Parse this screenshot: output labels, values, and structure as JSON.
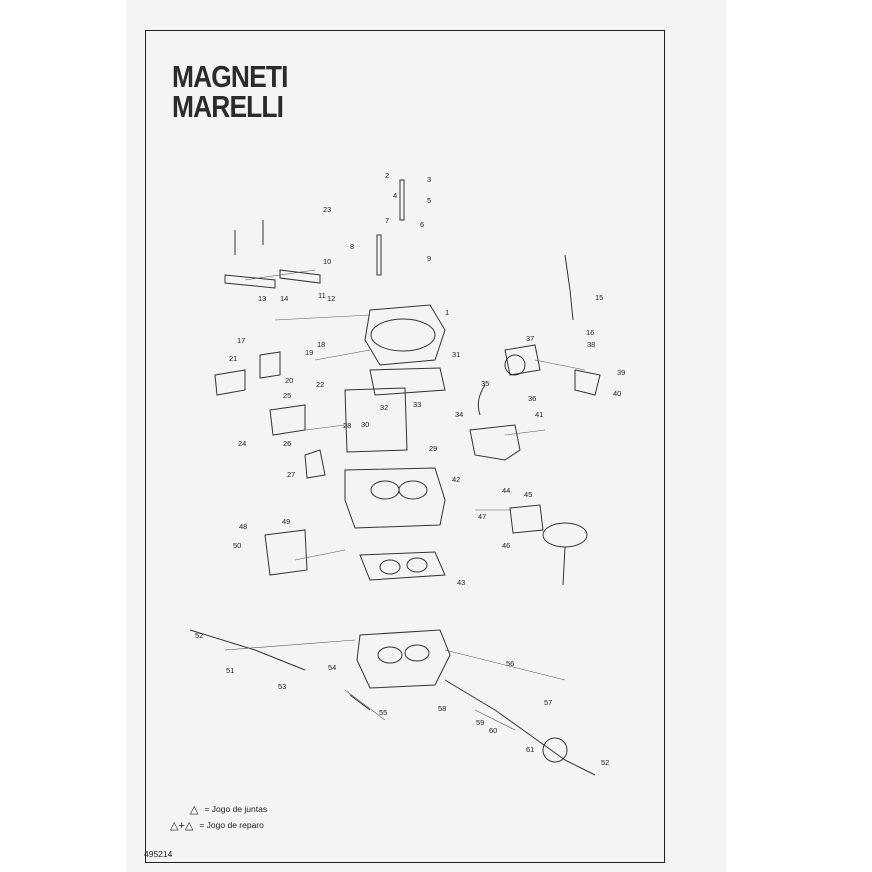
{
  "document": {
    "brand_line1": "MAGNETI",
    "brand_line2": "MARELLI",
    "doc_number": "495214"
  },
  "legend": {
    "gasket_symbol": "△",
    "gasket_text": "= Jogo de juntas",
    "repair_symbol": "△+△",
    "repair_text": "= Jogo de reparo"
  },
  "diagram": {
    "part_numbers": [
      "1",
      "2",
      "3",
      "4",
      "5",
      "6",
      "7",
      "8",
      "9",
      "10",
      "11",
      "12",
      "13",
      "14",
      "15",
      "16",
      "17",
      "18",
      "19",
      "20",
      "21",
      "22",
      "23",
      "24",
      "25",
      "26",
      "27",
      "28",
      "29",
      "30",
      "31",
      "32",
      "33",
      "34",
      "35",
      "36",
      "37",
      "38",
      "39",
      "40",
      "41",
      "42",
      "43",
      "44",
      "45",
      "46",
      "47",
      "48",
      "49",
      "50",
      "51",
      "52",
      "53",
      "54",
      "55",
      "56",
      "57",
      "58",
      "59",
      "60",
      "61",
      "52"
    ]
  }
}
